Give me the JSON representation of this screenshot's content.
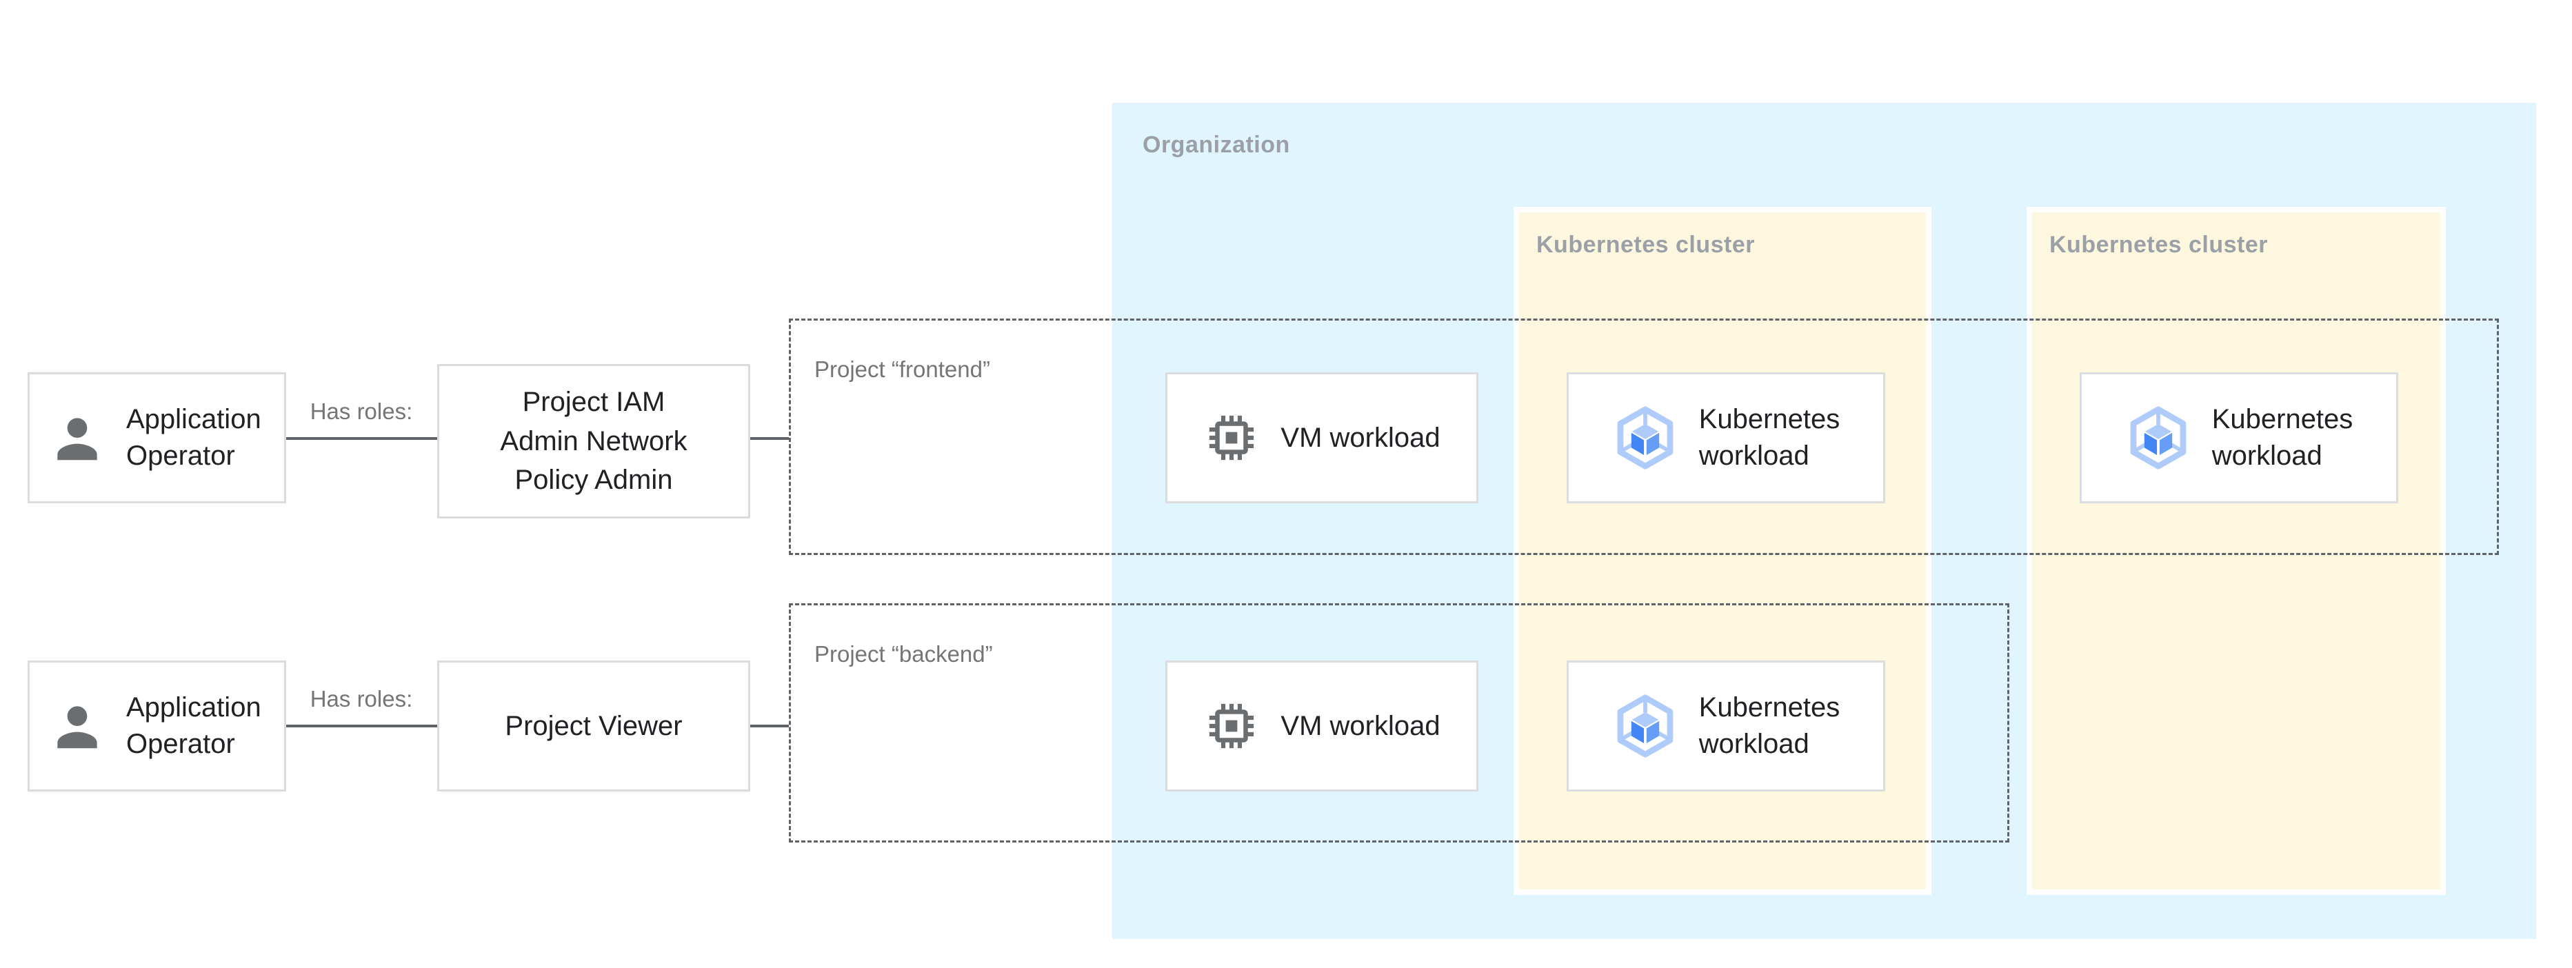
{
  "colors": {
    "organization_bg": "#E1F5FE",
    "cluster_bg": "#FEF7E0",
    "container_label_gray": "#9AA0A6",
    "secondary_label_gray": "#757575",
    "node_border": "#DADCE0",
    "node_text": "#202124",
    "connector_gray": "#5F6368",
    "icon_gray": "#6B6E71",
    "gke_hexagon_blue": "#AECBFA",
    "gke_face_dark_blue": "#4285F4",
    "gke_face_light_blue": "#669DF6"
  },
  "organization": {
    "label": "Organization"
  },
  "clusters": [
    {
      "label": "Kubernetes cluster"
    },
    {
      "label": "Kubernetes cluster"
    }
  ],
  "projects": [
    {
      "label": "Project “frontend”"
    },
    {
      "label": "Project “backend”"
    }
  ],
  "actors": [
    {
      "label": "Application\nOperator"
    },
    {
      "label": "Application\nOperator"
    }
  ],
  "roles": [
    {
      "label": "Project IAM\nAdmin Network\nPolicy Admin"
    },
    {
      "label": "Project Viewer"
    }
  ],
  "edges": [
    {
      "label": "Has roles:"
    },
    {
      "label": "Has roles:"
    }
  ],
  "workloads": {
    "vm": [
      {
        "label": "VM workload"
      },
      {
        "label": "VM workload"
      }
    ],
    "kubernetes": [
      {
        "label": "Kubernetes\nworkload"
      },
      {
        "label": "Kubernetes\nworkload"
      },
      {
        "label": "Kubernetes\nworkload"
      }
    ]
  }
}
